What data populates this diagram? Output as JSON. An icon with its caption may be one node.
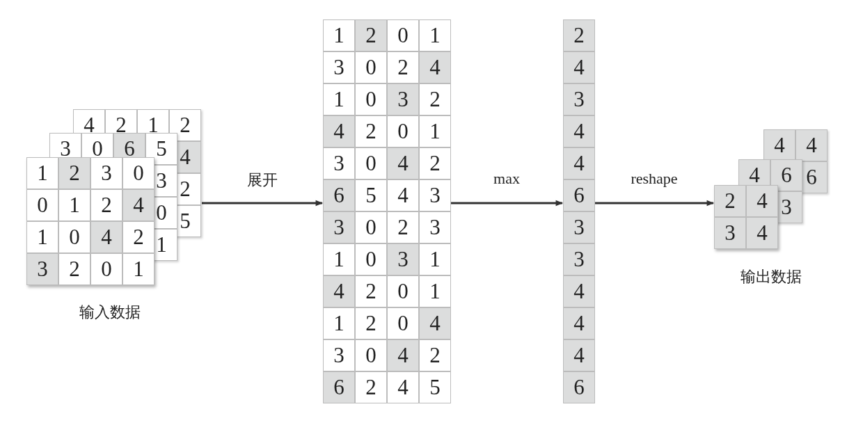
{
  "diagram": {
    "nodes": [
      {
        "text": [
          "4",
          "2",
          "1",
          "2",
          "4",
          "2",
          "5"
        ]
      },
      {
        "text": [
          "3",
          "0",
          "6",
          "5",
          "3",
          "0",
          "1"
        ]
      },
      {
        "text": [
          "1",
          "2",
          "3",
          "0",
          "0",
          "1",
          "2",
          "4",
          "1",
          "0",
          "4",
          "2",
          "3",
          "2",
          "0",
          "1"
        ],
        "beside": [
          "输入数据"
        ]
      },
      {
        "text": [
          "1",
          "2",
          "0",
          "1",
          "3",
          "0",
          "2",
          "4",
          "1",
          "0",
          "3",
          "2",
          "4",
          "2",
          "0",
          "1",
          "3",
          "0",
          "4",
          "2",
          "6",
          "5",
          "4",
          "3",
          "3",
          "0",
          "2",
          "3",
          "1",
          "0",
          "3",
          "1",
          "4",
          "2",
          "0",
          "1",
          "1",
          "2",
          "0",
          "4",
          "3",
          "0",
          "4",
          "2",
          "6",
          "2",
          "4",
          "5"
        ]
      },
      {
        "text": [
          "2",
          "4",
          "3",
          "4",
          "4",
          "6",
          "3",
          "3",
          "4",
          "4",
          "4",
          "6"
        ]
      },
      {
        "text": [
          "4",
          "4",
          "6"
        ]
      },
      {
        "text": [
          "4",
          "6",
          "3"
        ]
      },
      {
        "text": [
          "2",
          "4",
          "3",
          "4"
        ],
        "beside": [
          "输出数据"
        ]
      }
    ],
    "edges": [
      {
        "from": 0,
        "to": 3,
        "arrow": "to",
        "label": "展开"
      },
      {
        "from": 3,
        "to": 4,
        "arrow": "to",
        "label": "max"
      },
      {
        "from": 4,
        "to": 7,
        "arrow": "to",
        "label": "reshape"
      }
    ]
  }
}
